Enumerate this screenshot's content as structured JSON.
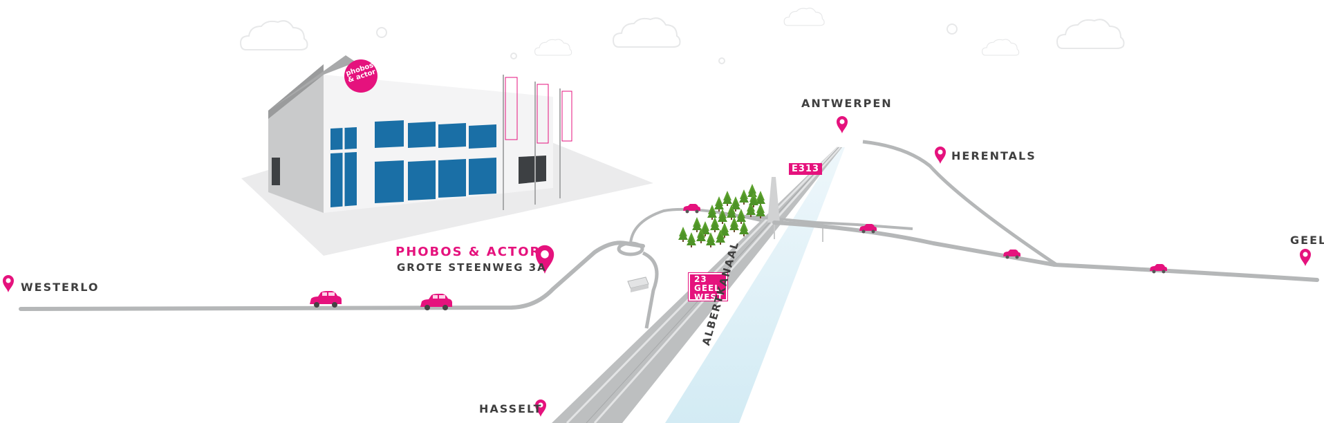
{
  "map": {
    "brand_color": "#e5127d",
    "road_color": "#b5b7b8",
    "canal_color": "#d7edf5",
    "headquarters": {
      "name": "PHOBOS & ACTOR",
      "address": "GROTE STEENWEG 3A",
      "logo_line1": "phobos",
      "logo_line2": "& actor"
    },
    "places": {
      "westerlo": "WESTERLO",
      "antwerpen": "ANTWERPEN",
      "herentals": "HERENTALS",
      "geel": "GEEL",
      "hasselt": "HASSELT"
    },
    "highway": "E313",
    "exit": {
      "number": "23",
      "line1": "GEEL",
      "line2": "WEST"
    },
    "canal": "ALBERTKANAAL",
    "icons": [
      "location-pin-icon",
      "car-icon",
      "cloud-icon",
      "tree-icon",
      "flag-icon",
      "truck-icon"
    ]
  }
}
